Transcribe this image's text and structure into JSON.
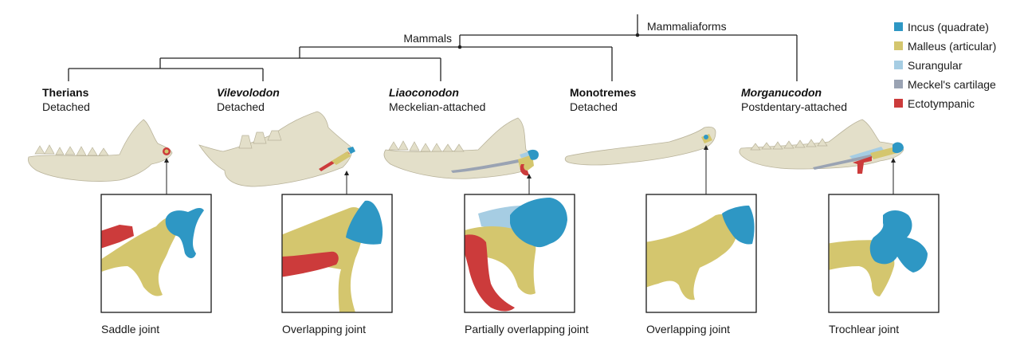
{
  "colors": {
    "incus": "#2e97c4",
    "malleus": "#d4c66e",
    "surangular": "#a6cde3",
    "meckel": "#9aa3b3",
    "ectotympanic": "#cc3b3b",
    "bone": "#e3dfc9"
  },
  "tree": {
    "mammaliaforms_label": "Mammaliaforms",
    "mammals_label": "Mammals"
  },
  "legend": [
    {
      "key": "incus",
      "label": "Incus (quadrate)"
    },
    {
      "key": "malleus",
      "label": "Malleus (articular)"
    },
    {
      "key": "surangular",
      "label": "Surangular"
    },
    {
      "key": "meckel",
      "label": "Meckel's cartilage"
    },
    {
      "key": "ectotympanic",
      "label": "Ectotympanic"
    }
  ],
  "taxa": [
    {
      "name": "Therians",
      "italic": false,
      "state": "Detached",
      "joint": "Saddle joint"
    },
    {
      "name": "Vilevolodon",
      "italic": true,
      "state": "Detached",
      "joint": "Overlapping joint"
    },
    {
      "name": "Liaoconodon",
      "italic": true,
      "state": "Meckelian-attached",
      "joint": "Partially overlapping joint"
    },
    {
      "name": "Monotremes",
      "italic": false,
      "state": "Detached",
      "joint": "Overlapping joint"
    },
    {
      "name": "Morganucodon",
      "italic": true,
      "state": "Postdentary-attached",
      "joint": "Trochlear joint"
    }
  ]
}
